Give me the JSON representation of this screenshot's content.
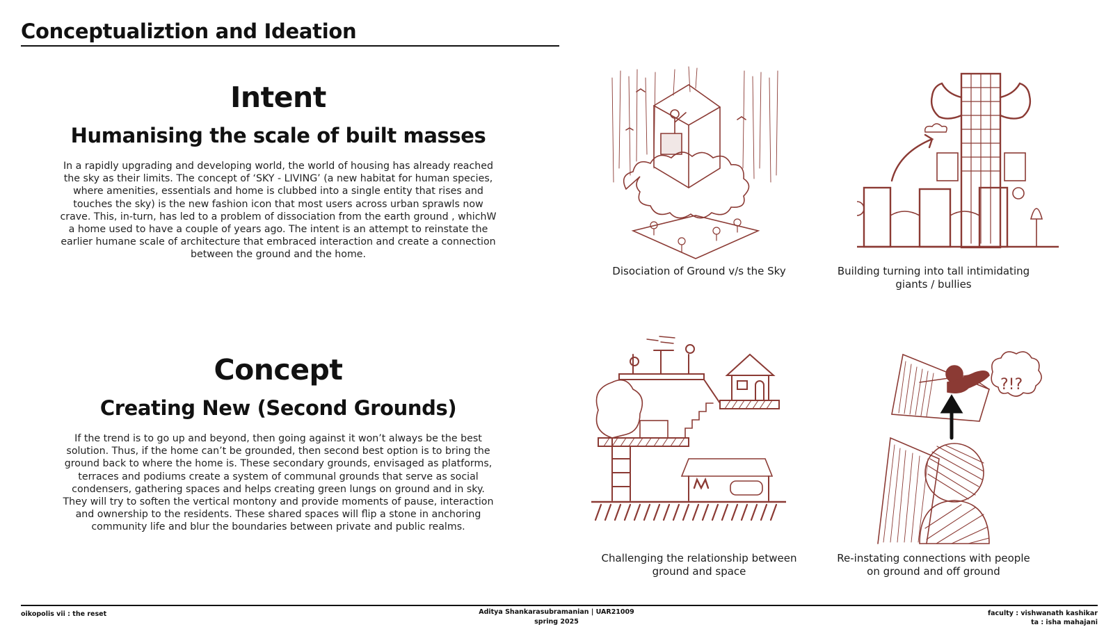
{
  "header": {
    "title": "Conceptualiztion and Ideation"
  },
  "intent": {
    "heading": "Intent",
    "subheading": "Humanising the scale of built masses",
    "body": "In a rapidly upgrading and developing world, the world of housing has already reached the sky as their limits. The concept of ‘SKY - LIVING’ (a new habitat for human species, where amenities, essentials and home is clubbed into a single entity that rises and touches the sky) is the new fashion icon that most users across urban sprawls now crave. This, in-turn, has led to a problem of dissociation from the earth ground , whichW a home used to have a couple of years ago. The intent is an attempt to reinstate the earlier humane scale of architecture that embraced interaction and create a connection between the ground and the home."
  },
  "concept": {
    "heading": "Concept",
    "subheading": "Creating New (Second Grounds)",
    "body": "If the trend is to go up and beyond, then going against it won’t always be the best solution. Thus, if the home can’t be grounded, then second best option is to bring the ground back to where the home is. These secondary grounds, envisaged as platforms, terraces and podiums create a system of communal grounds that serve as social condensers, gathering spaces and helps creating green lungs on ground and in sky. They will try to soften the vertical montony and provide moments of pause, interaction and ownership to the residents. These shared spaces will flip a stone in anchoring community life and blur the boundaries between private and public realms."
  },
  "sketches": [
    {
      "icon": "ground-vs-sky-sketch-icon",
      "caption": "Disociation of Ground v/s the Sky"
    },
    {
      "icon": "tall-building-giants-sketch-icon",
      "caption": "Building turning into tall intimidating giants / bullies"
    },
    {
      "icon": "ground-and-space-sketch-icon",
      "caption": "Challenging the relationship between ground and space"
    },
    {
      "icon": "reinstating-connections-sketch-icon",
      "caption": "Re-instating connections with people on ground and off ground"
    }
  ],
  "colors": {
    "sketch": "#8b3a34",
    "text": "#111111"
  },
  "footer": {
    "left": "oikopolis vii : the reset",
    "center_line1": "Aditya Shankarasubramanian | UAR21009",
    "center_line2": "spring 2025",
    "right_line1": "faculty : vishwanath kashikar",
    "right_line2": "ta : isha mahajani"
  }
}
